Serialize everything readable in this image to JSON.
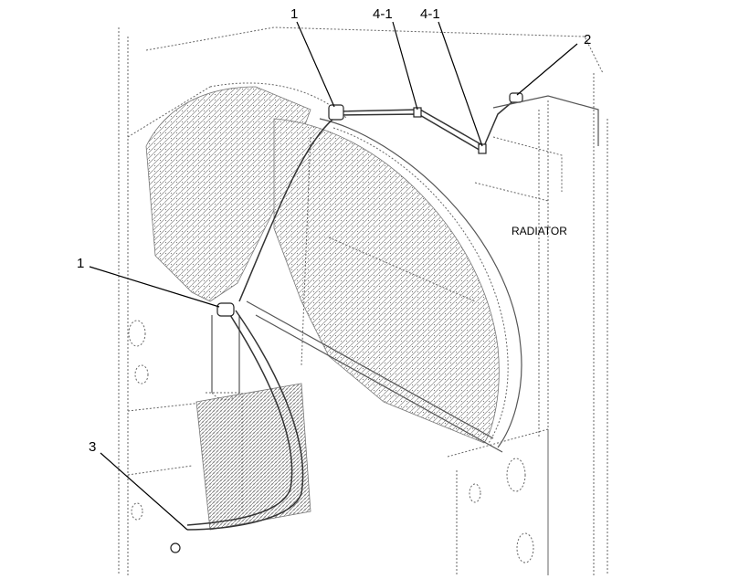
{
  "callouts": {
    "c1_top": "1",
    "c41_a": "4-1",
    "c41_b": "4-1",
    "c2": "2",
    "c1_left": "1",
    "c3": "3"
  },
  "labels": {
    "radiator": "RADIATOR"
  }
}
